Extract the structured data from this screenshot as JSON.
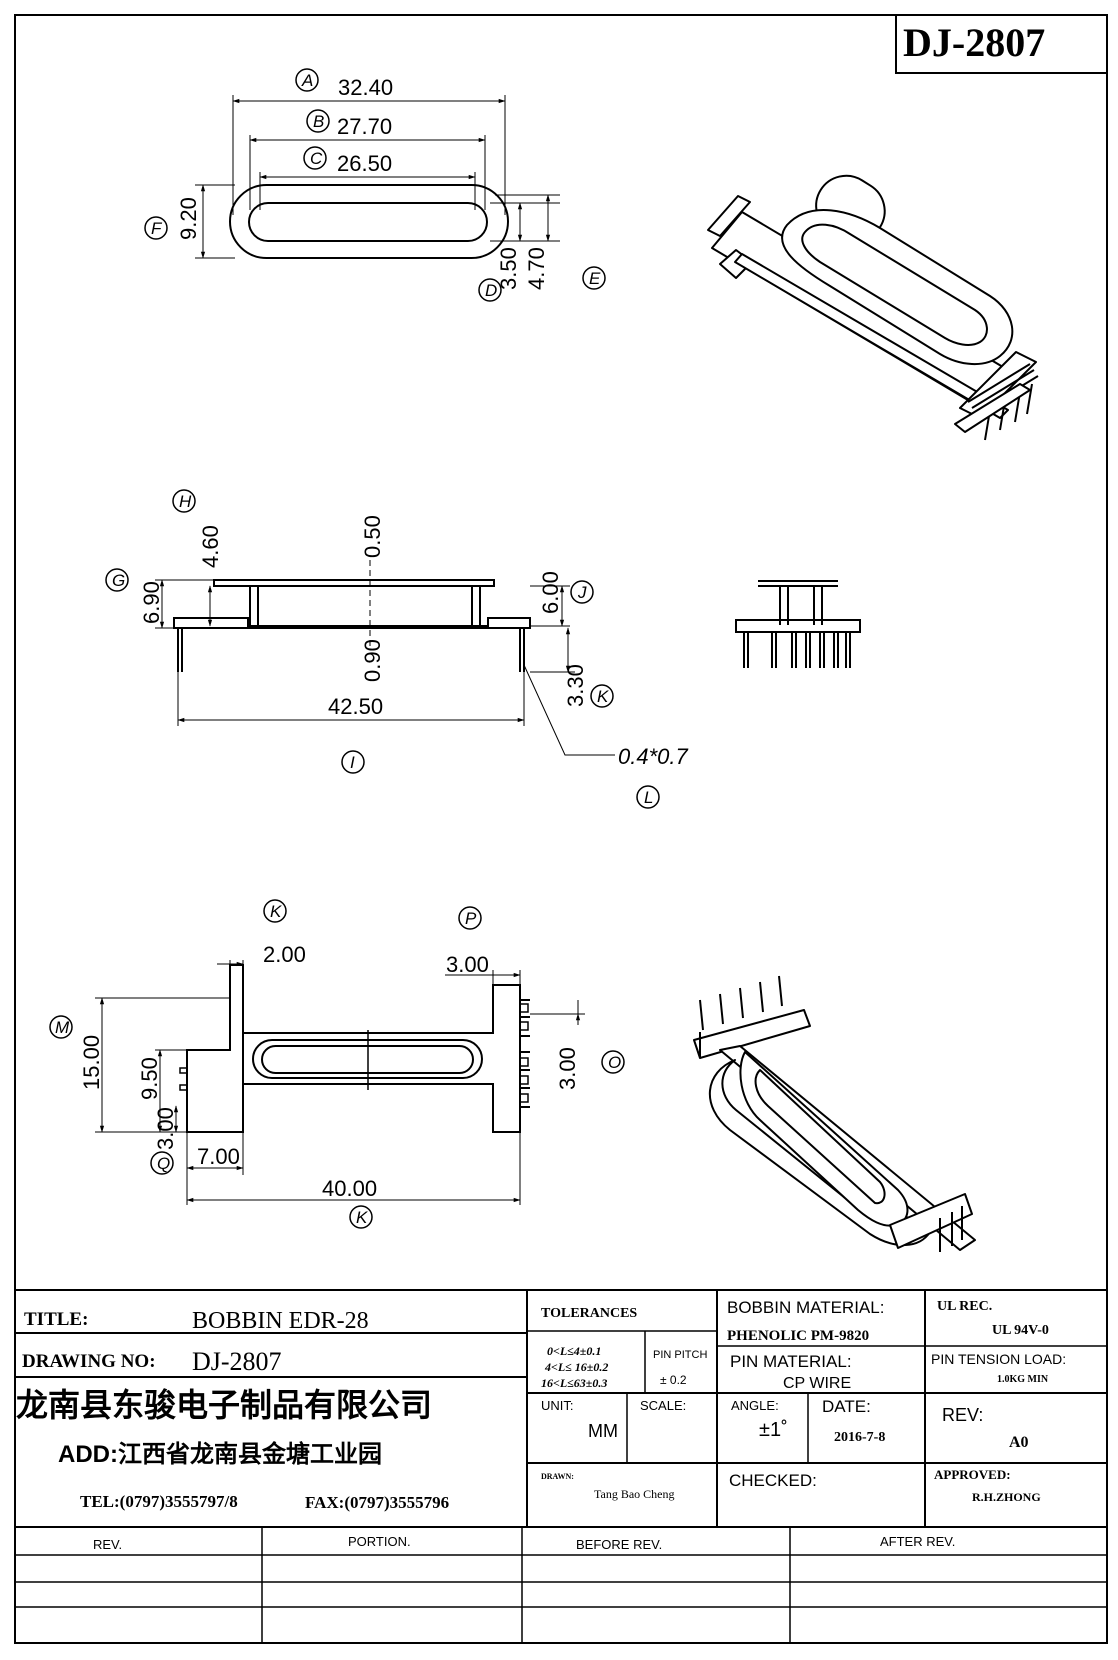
{
  "drawing_code": "DJ-2807",
  "top_view": {
    "dims": {
      "A": "32.40",
      "B": "27.70",
      "C": "26.50",
      "F": "9.20",
      "D": "3.50",
      "E": "4.70"
    },
    "callouts": {
      "A": "A",
      "B": "B",
      "C": "C",
      "D": "D",
      "E": "E",
      "F": "F"
    }
  },
  "side_view": {
    "dims": {
      "H": "4.60",
      "top": "0.50",
      "G": "6.90",
      "J": "6.00",
      "mid": "0.90",
      "K": "3.30",
      "I": "42.50",
      "L": "0.4*0.7"
    },
    "callouts": {
      "H": "H",
      "G": "G",
      "J": "J",
      "K": "K",
      "I": "I",
      "L": "L"
    }
  },
  "bottom_view": {
    "dims": {
      "K_top": "2.00",
      "P": "3.00",
      "M": "15.00",
      "mid": "9.50",
      "O": "3.00",
      "Q": "3.00",
      "left": "7.00",
      "K_bot": "40.00"
    },
    "callouts": {
      "K_top": "K",
      "P": "P",
      "M": "M",
      "O": "O",
      "Q": "Q",
      "K_bot": "K"
    }
  },
  "title_block": {
    "title_label": "TITLE:",
    "title_value": "BOBBIN EDR-28",
    "drawing_no_label": "DRAWING NO:",
    "drawing_no_value": "DJ-2807",
    "company": "龙南县东骏电子制品有限公司",
    "address": "ADD:江西省龙南县金塘工业园",
    "tel": "TEL:(0797)3555797/8",
    "fax": "FAX:(0797)3555796",
    "tolerances_label": "TOLERANCES",
    "tol_line1": "0<L≤4±0.1",
    "tol_line2": "4<L≤  16±0.2",
    "tol_line3": "16<L≤63±0.3",
    "pin_pitch_label": "PIN PITCH",
    "pin_pitch_value": "± 0.2",
    "bobbin_material_label": "BOBBIN MATERIAL:",
    "bobbin_material_value": "PHENOLIC   PM-9820",
    "ul_rec_label": "UL REC.",
    "ul_rec_value": "UL  94V-0",
    "pin_material_label": "PIN MATERIAL:",
    "pin_material_value": "CP WIRE",
    "pin_tension_label": "PIN TENSION LOAD:",
    "pin_tension_value": "1.0KG MIN",
    "unit_label": "UNIT:",
    "unit_value": "MM",
    "scale_label": "SCALE:",
    "angle_label": "ANGLE:",
    "angle_value": "±1˚",
    "date_label": "DATE:",
    "date_value": "2016-7-8",
    "rev_label": "REV:",
    "rev_value": "A0",
    "drawn_label": "DRAWN:",
    "drawn_value": "Tang Bao Cheng",
    "checked_label": "CHECKED:",
    "approved_label": "APPROVED:",
    "approved_value": "R.H.ZHONG"
  },
  "rev_table": {
    "headers": [
      "REV.",
      "PORTION.",
      "BEFORE REV.",
      "AFTER REV."
    ]
  }
}
